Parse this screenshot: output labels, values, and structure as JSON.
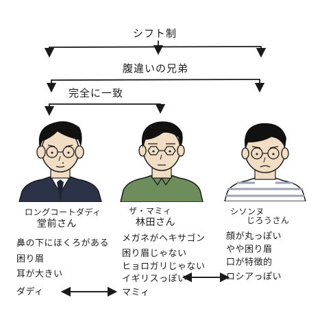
{
  "diagram": {
    "top_label": "シフト制",
    "mid_label": "腹違いの兄弟",
    "low_label": "完全に一致",
    "people": [
      {
        "title": "ロングコートダディ",
        "name": "堂前さん",
        "traits": [
          "鼻の下にほくろがある",
          "困り眉",
          "耳が大きい"
        ],
        "relation_label": "ダディ"
      },
      {
        "title": "ザ・マミィ",
        "name": "林田さん",
        "traits": [
          "メガネがヘキサゴン",
          "困り眉じゃない",
          "ヒョロガリじゃない",
          "イギリスっぽい"
        ],
        "relation_label": "マミィ"
      },
      {
        "title": "シソンヌ",
        "name": "じろうさん",
        "traits": [
          "顔が丸っぽい",
          "やや困り眉",
          "口が特徴的",
          "ロシアっぽい"
        ]
      }
    ],
    "colors": {
      "ink": "#1a1a1a",
      "suit": "#2c3348",
      "green_shirt": "#6d8e5c",
      "skin": "#f1dcc4",
      "stripe": "#9aa3b0"
    }
  }
}
